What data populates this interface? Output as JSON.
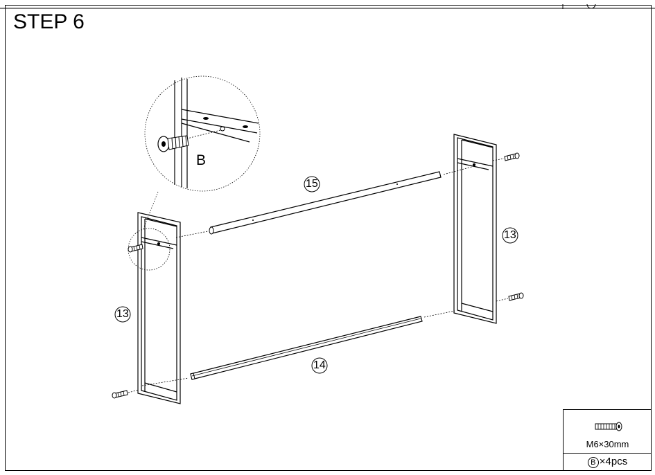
{
  "step": {
    "title": "STEP 6"
  },
  "callouts": {
    "upper_bar": "15",
    "lower_bar": "14",
    "left_frame": "13",
    "right_frame": "13",
    "detail_letter": "B"
  },
  "hardware": {
    "icon": "bolt-icon",
    "size": "M6×30mm",
    "letter": "B",
    "quantity": "×4pcs"
  }
}
